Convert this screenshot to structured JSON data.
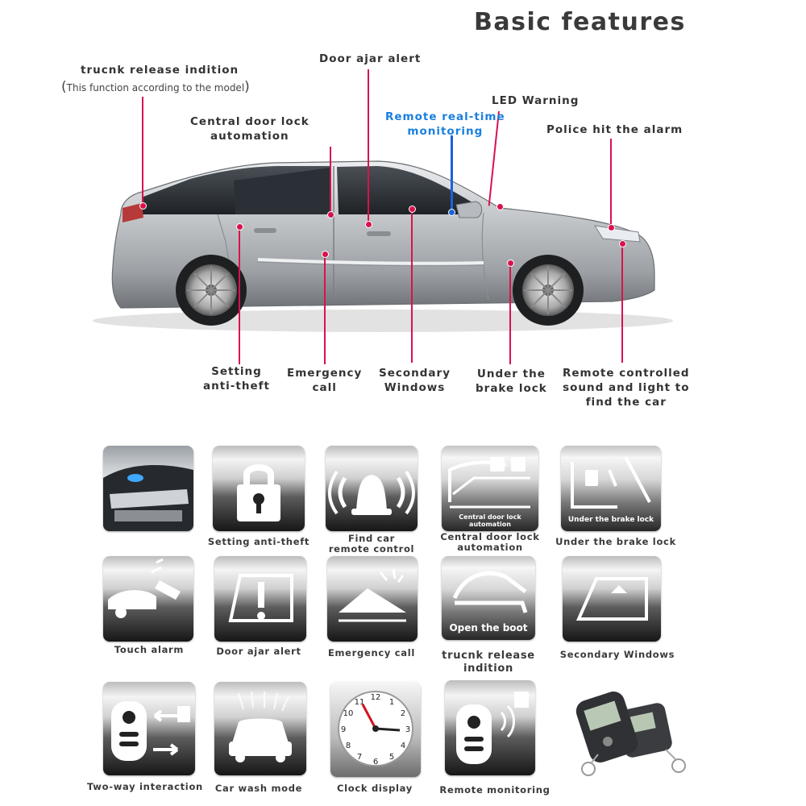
{
  "header": {
    "title": "Basic features"
  },
  "callouts": {
    "trunk_release": "trucnk release indition",
    "trunk_note": "This function according to the model",
    "central_lock_1": "Central door lock",
    "central_lock_2": "automation",
    "door_ajar": "Door ajar alert",
    "remote_monitoring_1": "Remote real-time",
    "remote_monitoring_2": "monitoring",
    "led_warning": "LED Warning",
    "police_alarm": "Police hit the alarm",
    "setting_antitheft_1": "Setting",
    "setting_antitheft_2": "anti-theft",
    "emergency_1": "Emergency",
    "emergency_2": "call",
    "secondary_1": "Secondary",
    "secondary_2": "Windows",
    "brake_1": "Under the",
    "brake_2": "brake lock",
    "remote_sound_1": "Remote controlled",
    "remote_sound_2": "sound and light to",
    "remote_sound_3": "find the car"
  },
  "tiles": {
    "setting_antitheft": "Setting anti-theft",
    "find_car_1": "Find car",
    "find_car_2": "remote control",
    "central_lock_1": "Central door lock",
    "central_lock_2": "automation",
    "central_lock_inner_1": "Central door lock",
    "central_lock_inner_2": "automation",
    "brake_lock": "Under the brake lock",
    "brake_lock_inner": "Under the brake lock",
    "touch_alarm": "Touch alarm",
    "door_ajar": "Door ajar alert",
    "emergency": "Emergency call",
    "trunk_1": "trucnk release",
    "trunk_2": "indition",
    "open_boot_inner": "Open the boot",
    "secondary": "Secondary Windows",
    "two_way": "Two-way interaction",
    "car_wash": "Car wash mode",
    "clock": "Clock display",
    "remote_monitoring": "Remote monitoring",
    "clock_numbers": [
      "12",
      "1",
      "2",
      "3",
      "4",
      "5",
      "6",
      "7",
      "8",
      "9",
      "10",
      "11"
    ]
  },
  "colors": {
    "callout_line": "#d9124d",
    "monitor_line": "#1a62d8",
    "monitor_text": "#1a7fe0"
  }
}
